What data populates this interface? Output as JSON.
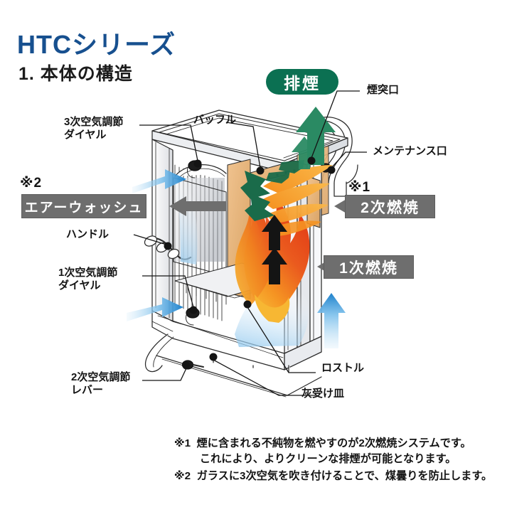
{
  "header": {
    "title": "HTCシリーズ",
    "subtitle": "1. 本体の構造"
  },
  "colors": {
    "title_blue": "#17508f",
    "callout_gray": "#6e6e6e",
    "exhaust_green": "#0b7052",
    "baffle_green": "#1a6b4a",
    "air_blue": "#2b8fd4",
    "flame_red": "#e8481f",
    "flame_orange": "#f59322",
    "flame_yellow": "#f7b733",
    "background": "#ffffff"
  },
  "labels": {
    "tertiary_air_dial": "3次空気調節\nダイヤル",
    "baffle": "バッフル",
    "chimney_outlet": "煙突口",
    "maintenance_port": "メンテナンス口",
    "handle": "ハンドル",
    "primary_air_dial": "1次空気調節\nダイヤル",
    "secondary_air_lever": "2次空気調節\nレバー",
    "grate": "ロストル",
    "ash_pan": "灰受け皿"
  },
  "callouts": {
    "exhaust": "排煙",
    "air_wash": "エアーウォッシュ",
    "secondary_combustion": "2次燃焼",
    "primary_combustion": "1次燃焼",
    "note_mark_1": "※1",
    "note_mark_2": "※2"
  },
  "footnotes": [
    {
      "mark": "※1",
      "line1": "煙に含まれる不純物を燃やすのが2次燃焼システムです。",
      "line2": "これにより、よりクリーンな排煙が可能となります。"
    },
    {
      "mark": "※2",
      "line1": "ガラスに3次空気を吹き付けることで、煤曇りを防止します。",
      "line2": ""
    }
  ]
}
